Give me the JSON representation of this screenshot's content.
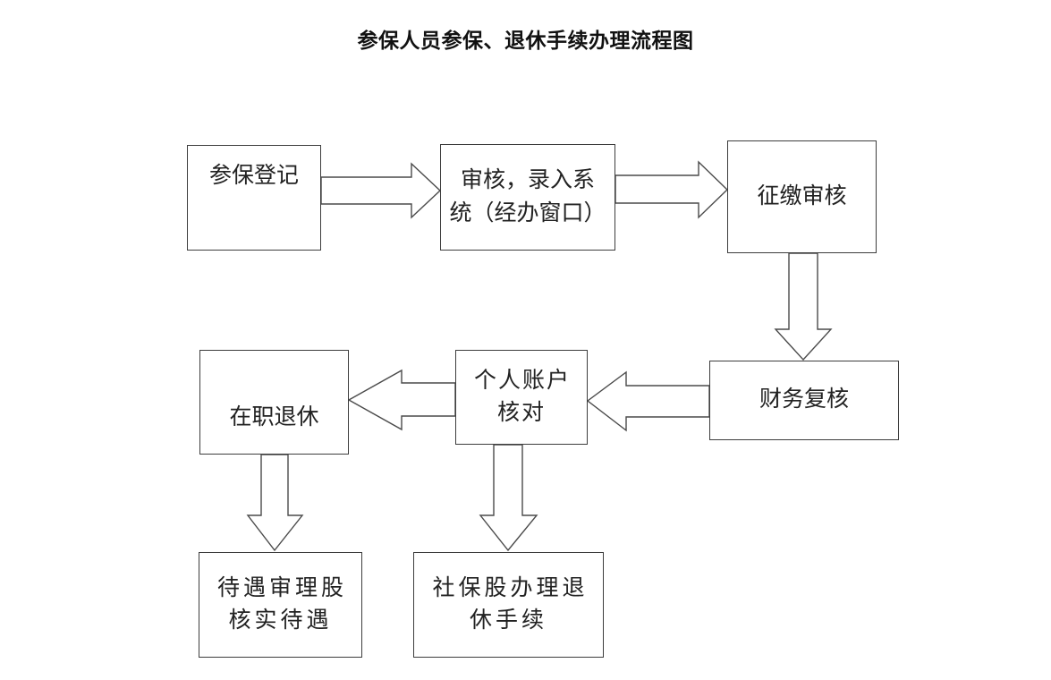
{
  "page": {
    "title": "参保人员参保、退休手续办理流程图",
    "background_color": "#ffffff",
    "box_border_color": "#3d3d3d",
    "arrow_stroke_color": "#4a4a4a",
    "text_color": "#222222"
  },
  "nodes": {
    "canbao_dengji": {
      "label": "参保登记"
    },
    "shenhe_luru": {
      "label": "审核，录入系\n统（经办窗口）"
    },
    "zhengjiao_shenhe": {
      "label": "征缴审核"
    },
    "caiwu_fuhe": {
      "label": "财务复核"
    },
    "geren_zhanghu": {
      "label": "个人账户\n核对"
    },
    "zaizhi_tuixiu": {
      "label": "在职退休"
    },
    "daiyu_shenli": {
      "label": "待遇审理股\n核实待遇"
    },
    "shebao_gu": {
      "label": "社保股办理退\n休手续"
    }
  },
  "edges": [
    {
      "name": "edge-canbao-to-shenhe",
      "from": "参保登记",
      "to": "审核，录入系统（经办窗口）",
      "direction": "right"
    },
    {
      "name": "edge-shenhe-to-zhengjiao",
      "from": "审核，录入系统（经办窗口）",
      "to": "征缴审核",
      "direction": "right"
    },
    {
      "name": "edge-zhengjiao-to-caiwu",
      "from": "征缴审核",
      "to": "财务复核",
      "direction": "down"
    },
    {
      "name": "edge-caiwu-to-geren",
      "from": "财务复核",
      "to": "个人账户核对",
      "direction": "left"
    },
    {
      "name": "edge-geren-to-zaizhi",
      "from": "个人账户核对",
      "to": "在职退休",
      "direction": "left"
    },
    {
      "name": "edge-zaizhi-to-daiyu",
      "from": "在职退休",
      "to": "待遇审理股核实待遇",
      "direction": "down"
    },
    {
      "name": "edge-geren-to-shebao",
      "from": "个人账户核对",
      "to": "社保股办理退休手续",
      "direction": "down"
    }
  ]
}
